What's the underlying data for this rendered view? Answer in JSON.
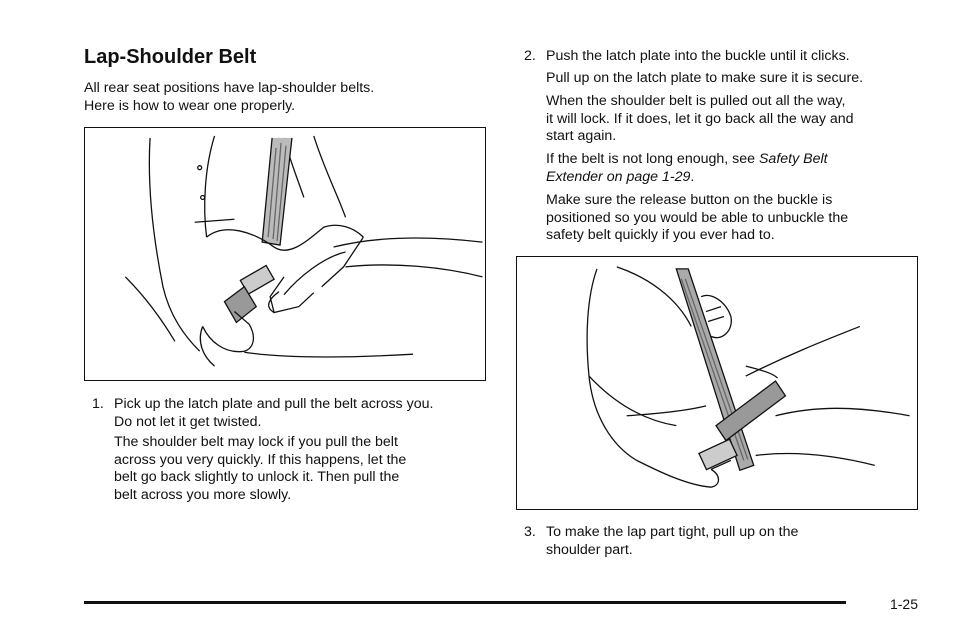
{
  "title": "Lap-Shoulder Belt",
  "intro": [
    "All rear seat positions have lap-shoulder belts.",
    "Here is how to wear one properly."
  ],
  "step1": {
    "num": "1.",
    "text": [
      "Pick up the latch plate and pull the belt across you.",
      "Do not let it get twisted."
    ],
    "sub": [
      "The shoulder belt may lock if you pull the belt",
      "across you very quickly. If this happens, let the",
      "belt go back slightly to unlock it. Then pull the",
      "belt across you more slowly."
    ]
  },
  "step2": {
    "num": "2.",
    "text": "Push the latch plate into the buckle until it clicks.",
    "sub1": "Pull up on the latch plate to make sure it is secure.",
    "sub2": [
      "When the shoulder belt is pulled out all the way,",
      "it will lock. If it does, let it go back all the way and",
      "start again."
    ],
    "sub3_prefix": "If the belt is not long enough, see ",
    "sub3_link1": "Safety Belt",
    "sub3_link2": "Extender on page 1-29",
    "sub3_suffix": ".",
    "sub4": [
      "Make sure the release button on the buckle is",
      "positioned so you would be able to unbuckle the",
      "safety belt quickly if you ever had to."
    ]
  },
  "step3": {
    "num": "3.",
    "text": [
      "To make the lap part tight, pull up on the",
      "shoulder part."
    ]
  },
  "page_number": "1-25"
}
